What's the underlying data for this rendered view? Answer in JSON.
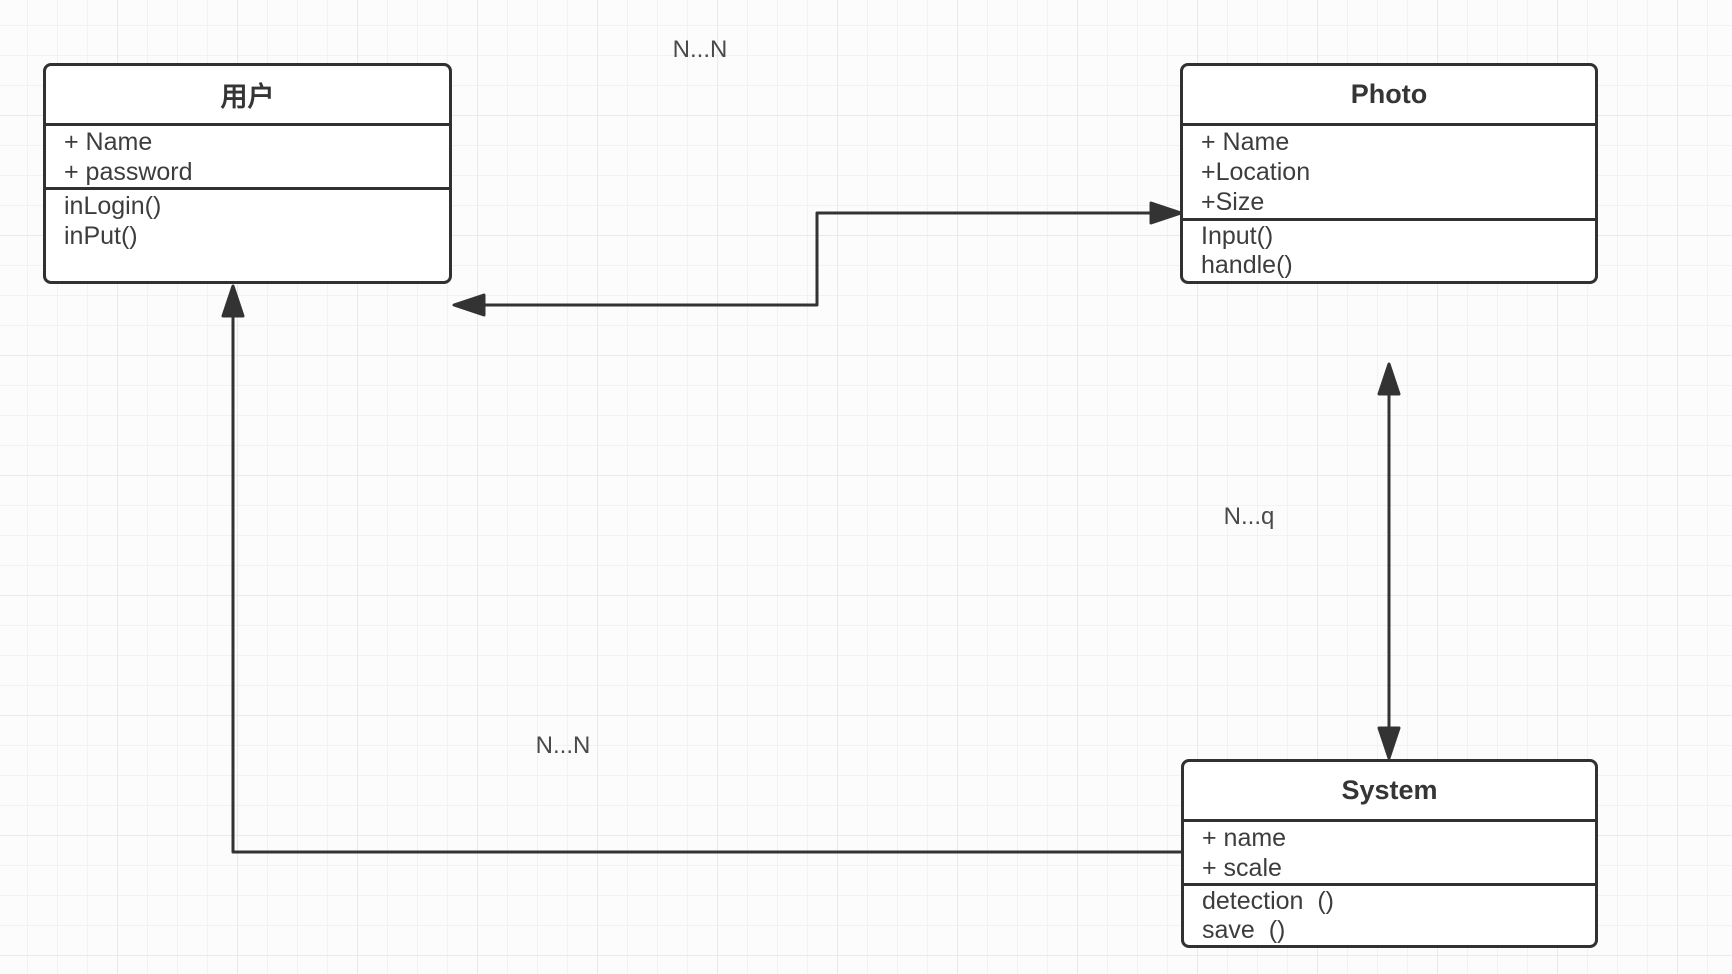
{
  "canvas": {
    "background": "#fcfcfd",
    "grid_minor_color": "#f2f2f5",
    "grid_major_color": "#e9e9ee",
    "stroke_color": "#333333",
    "box_border_color": "#313131",
    "box_background": "#ffffff",
    "text_color": "#3d3d3d",
    "label_color": "#4a4a4a"
  },
  "classes": [
    {
      "title": "用户",
      "attributes": [
        "+ Name",
        "+ password"
      ],
      "methods": [
        "inLogin()",
        "inPut()"
      ]
    },
    {
      "title": "Photo",
      "attributes": [
        "+ Name",
        "+Location",
        "+Size"
      ],
      "methods": [
        "Input()",
        "handle()"
      ]
    },
    {
      "title": "System",
      "attributes": [
        "+ name",
        "+ scale"
      ],
      "methods": [
        "detection  ()",
        "save  ()"
      ]
    }
  ],
  "edge_labels": [
    {
      "text": "N...N"
    },
    {
      "text": "N...q"
    },
    {
      "text": "N...N"
    }
  ]
}
